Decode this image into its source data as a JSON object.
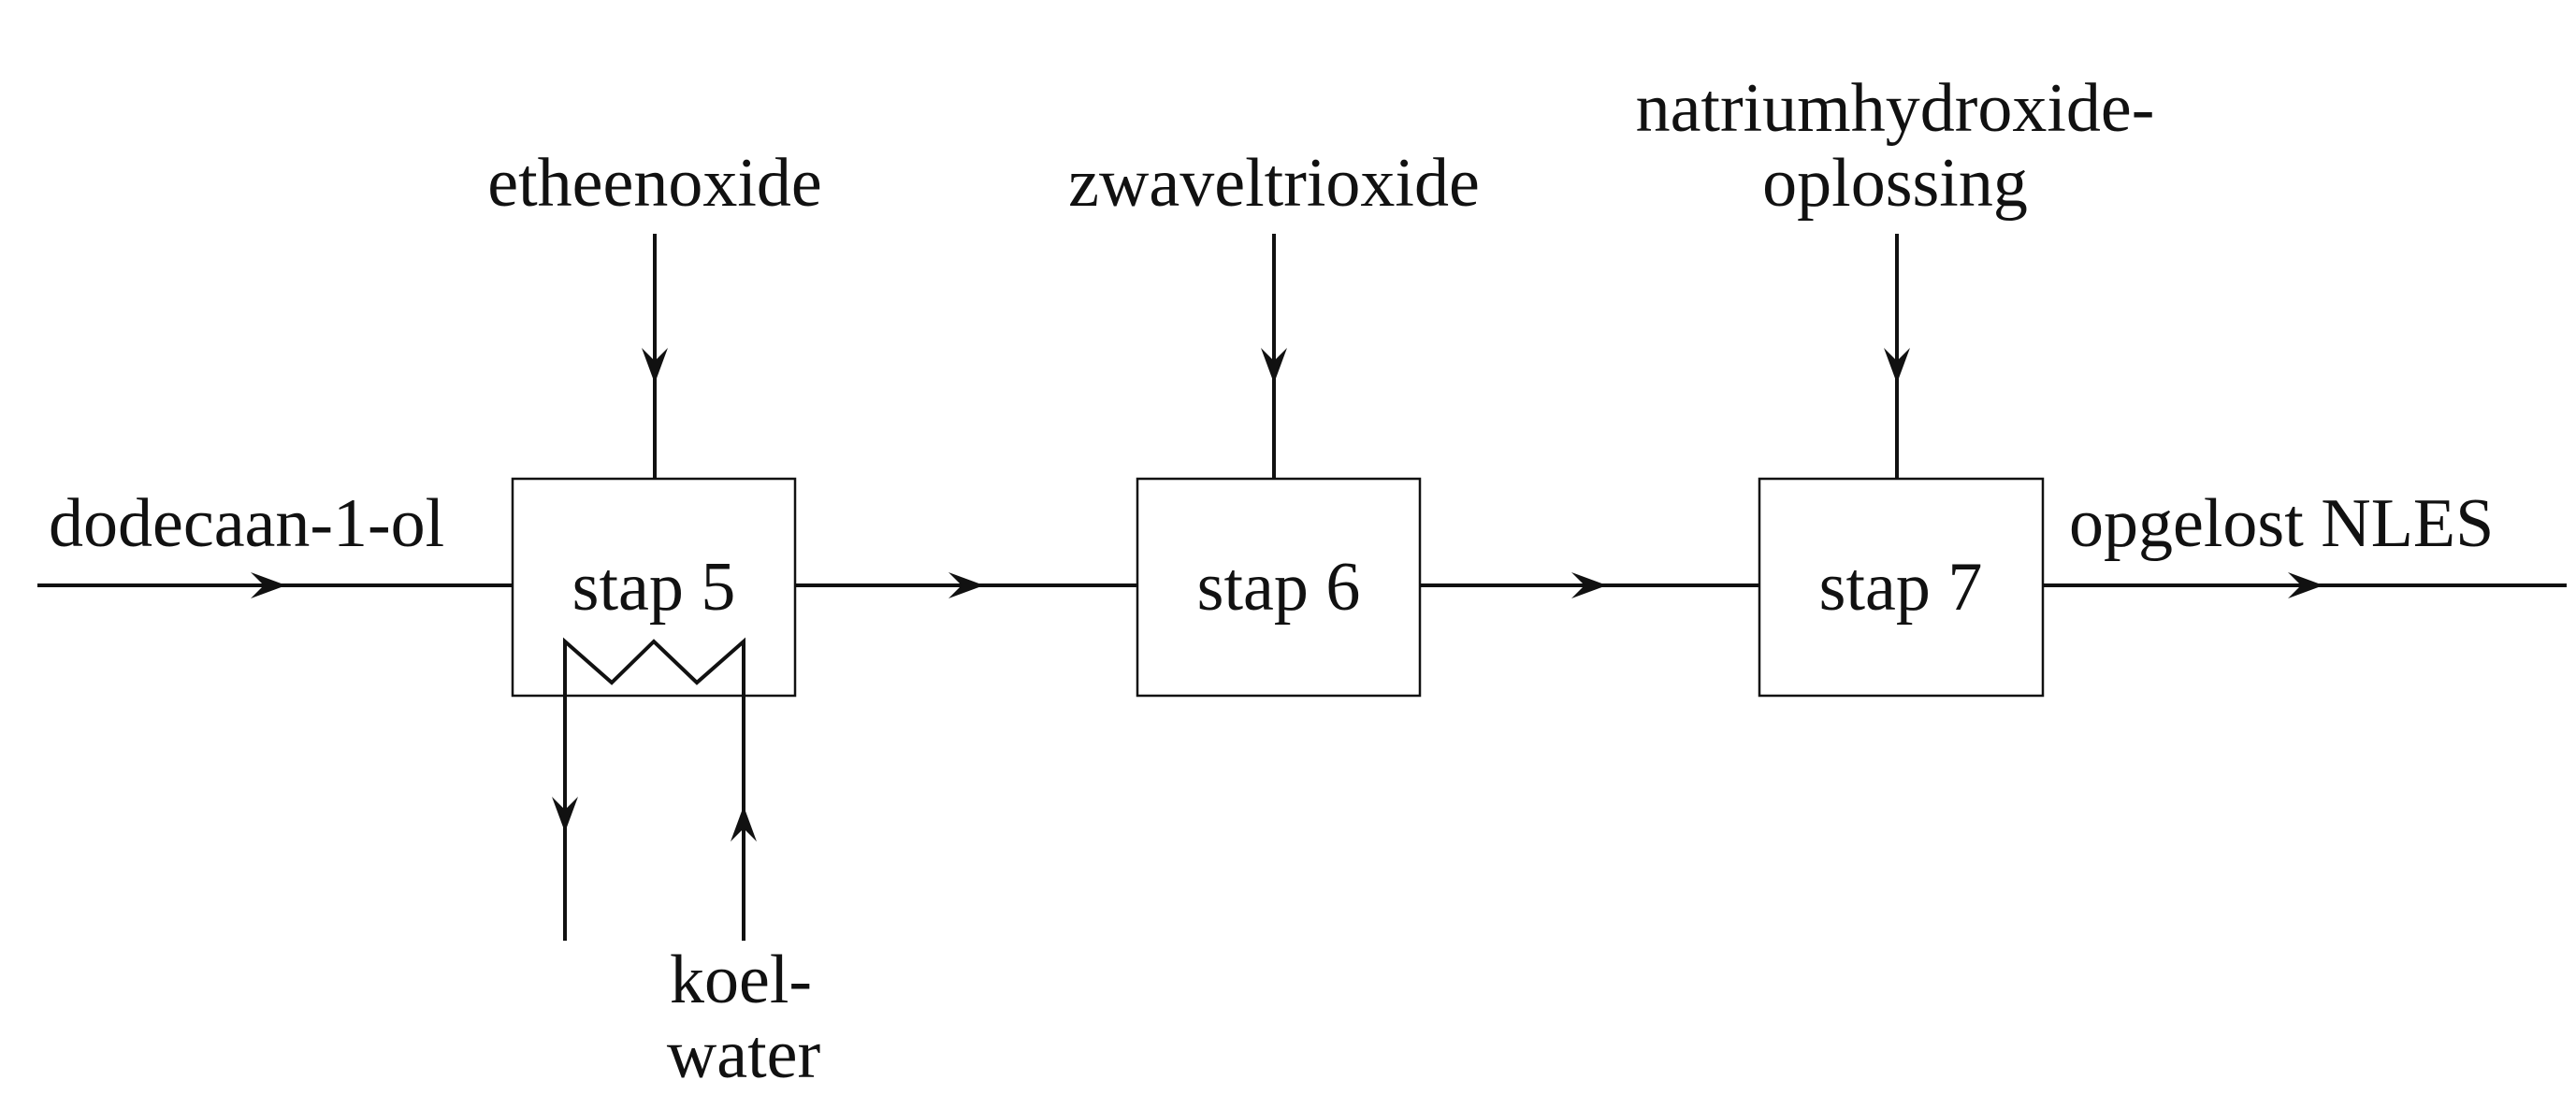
{
  "diagram": {
    "inputs": {
      "feed": "dodecaan-1-ol",
      "reagent_step5": "etheenoxide",
      "reagent_step6": "zwaveltrioxide",
      "reagent_step7_line1": "natriumhydroxide-",
      "reagent_step7_line2": "oplossing"
    },
    "steps": {
      "step5": "stap 5",
      "step6": "stap 6",
      "step7": "stap 7"
    },
    "cooling": {
      "line1": "koel-",
      "line2": "water"
    },
    "output": "opgelost NLES"
  }
}
